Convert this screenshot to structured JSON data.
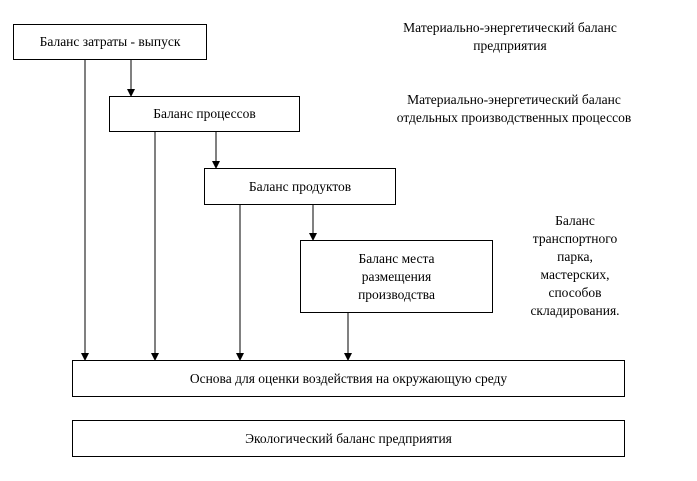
{
  "boxes": {
    "input_output": "Баланс затраты - выпуск",
    "processes": "Баланс процессов",
    "products": "Баланс продуктов",
    "production_site": "Баланс места\nразмещения\nпроизводства",
    "impact_basis": "Основа для оценки воздействия на окружающую среду",
    "eco_balance": "Экологический баланс предприятия"
  },
  "notes": {
    "enterprise": "Материально-энергетический баланс\nпредприятия",
    "processes": "Материально-энергетический баланс\nотдельных производственных процессов",
    "transport": "Баланс\nтранспортного\nпарка,\nмастерских,\nспособов\nскладирования."
  }
}
